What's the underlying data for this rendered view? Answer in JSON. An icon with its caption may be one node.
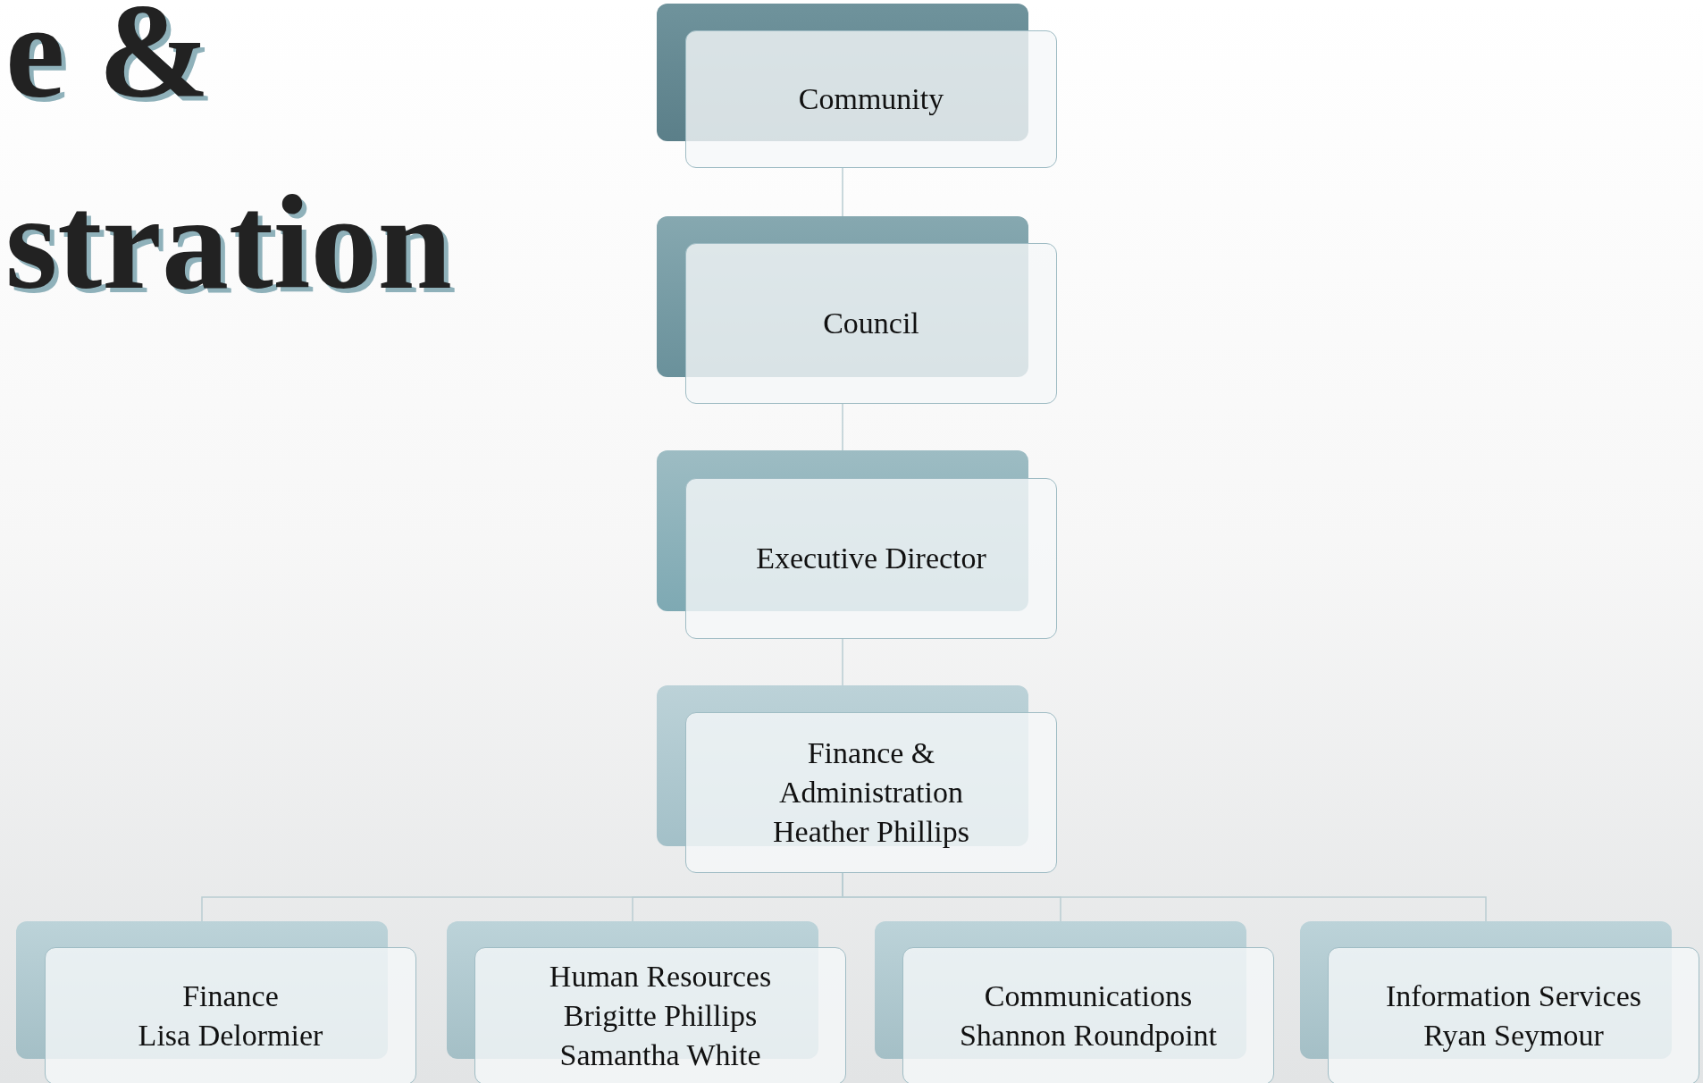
{
  "diagram": {
    "nodes": [
      {
        "text": [
          "Community"
        ]
      },
      {
        "text": [
          "Council"
        ]
      },
      {
        "text": [
          "Executive Director"
        ]
      },
      {
        "text": [
          "Finance & Administration",
          "Heather Phillips"
        ]
      },
      {
        "text": [
          "Finance",
          "Lisa Delormier"
        ]
      },
      {
        "text": [
          "Human Resources",
          "Brigitte Phillips",
          "Samantha White"
        ]
      },
      {
        "text": [
          "Communications",
          "Shannon Roundpoint"
        ]
      },
      {
        "text": [
          "Information Services",
          "Ryan Seymour"
        ]
      }
    ],
    "edges": [
      {
        "from": 0,
        "to": 1,
        "arrow": "none"
      },
      {
        "from": 1,
        "to": 2,
        "arrow": "none"
      },
      {
        "from": 2,
        "to": 3,
        "arrow": "none"
      },
      {
        "from": 3,
        "to": 4,
        "arrow": "none"
      },
      {
        "from": 3,
        "to": 5,
        "arrow": "none"
      },
      {
        "from": 3,
        "to": 6,
        "arrow": "none"
      },
      {
        "from": 3,
        "to": 7,
        "arrow": "none"
      }
    ],
    "labels": [
      "e &",
      "stration"
    ]
  }
}
